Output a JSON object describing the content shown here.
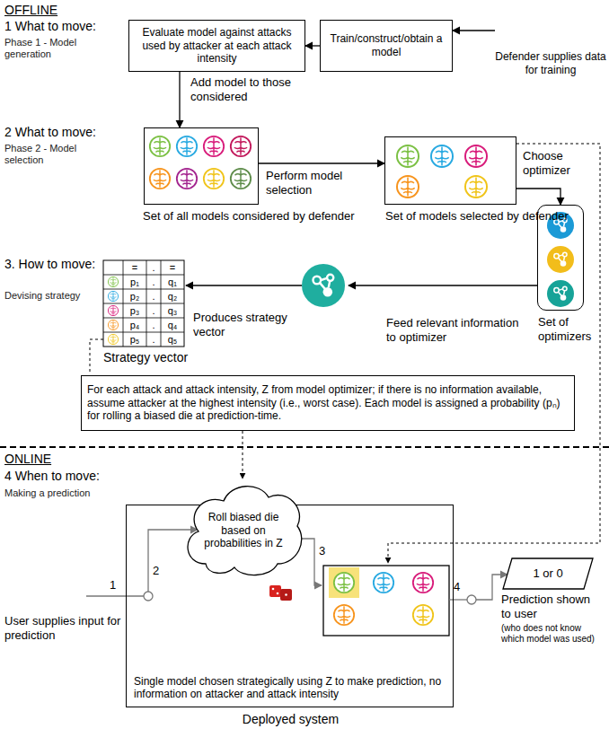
{
  "diagram": {
    "nodes": [
      {
        "text": [
          "Evaluate model against attacks used by attacker at each attack intensity"
        ]
      },
      {
        "text": [
          "Train/construct/obtain a model"
        ]
      },
      {
        "text": [
          "Defender supplies data for training"
        ]
      },
      {
        "text": [
          "Set of all models considered by defender"
        ]
      },
      {
        "text": [
          "Set of models selected by defender"
        ]
      },
      {
        "text": [
          "Set of optimizers"
        ]
      },
      {
        "text": [
          "Strategy vector"
        ]
      },
      {
        "text": [
          "For each attack and attack intensity, Z from model optimizer; if there is no information available, assume attacker at the highest intensity (i.e., worst case). Each model is assigned a probability (pₙ) for rolling a biased die at prediction-time."
        ]
      },
      {
        "text": [
          "User supplies input for prediction"
        ]
      },
      {
        "text": [
          "Single model chosen strategically using Z to make prediction, no information on attacker and attack intensity",
          "Deployed system"
        ]
      },
      {
        "text": [
          "Roll biased die based on probabilities in Z"
        ],
        "in": 9
      },
      {
        "text": [
          "1 or 0",
          "Prediction shown to user",
          "(who does not know which model was used)"
        ]
      }
    ],
    "edges": [
      {
        "from": 1,
        "to": 0,
        "arrow": "to"
      },
      {
        "from": 2,
        "to": 1,
        "arrow": "to"
      },
      {
        "from": 0,
        "to": 3,
        "arrow": "to",
        "label": "Add model to those considered"
      },
      {
        "from": 3,
        "to": 4,
        "arrow": "to",
        "label": "Perform model selection"
      },
      {
        "from": 4,
        "to": 5,
        "arrow": "to",
        "label": "Choose optimizer"
      }
    ],
    "labels": [
      "OFFLINE",
      "1 What to move:",
      "Phase 1 - Model generation",
      "2 What to move:",
      "Phase 2 - Model selection",
      "3. How to move:",
      "Devising strategy",
      "=",
      ".",
      "=",
      "p₁",
      ".",
      "q₁",
      "p₂",
      ".",
      "q₂",
      "p₃",
      ".",
      "q₃",
      "p₄",
      ".",
      "q₄",
      "p₅",
      ".",
      "q₅",
      "Produces strategy vector",
      "Feed relevant information to optimizer",
      "ONLINE",
      "4 When to move:",
      "Making a prediction",
      "1",
      "2",
      "3",
      "4"
    ]
  }
}
